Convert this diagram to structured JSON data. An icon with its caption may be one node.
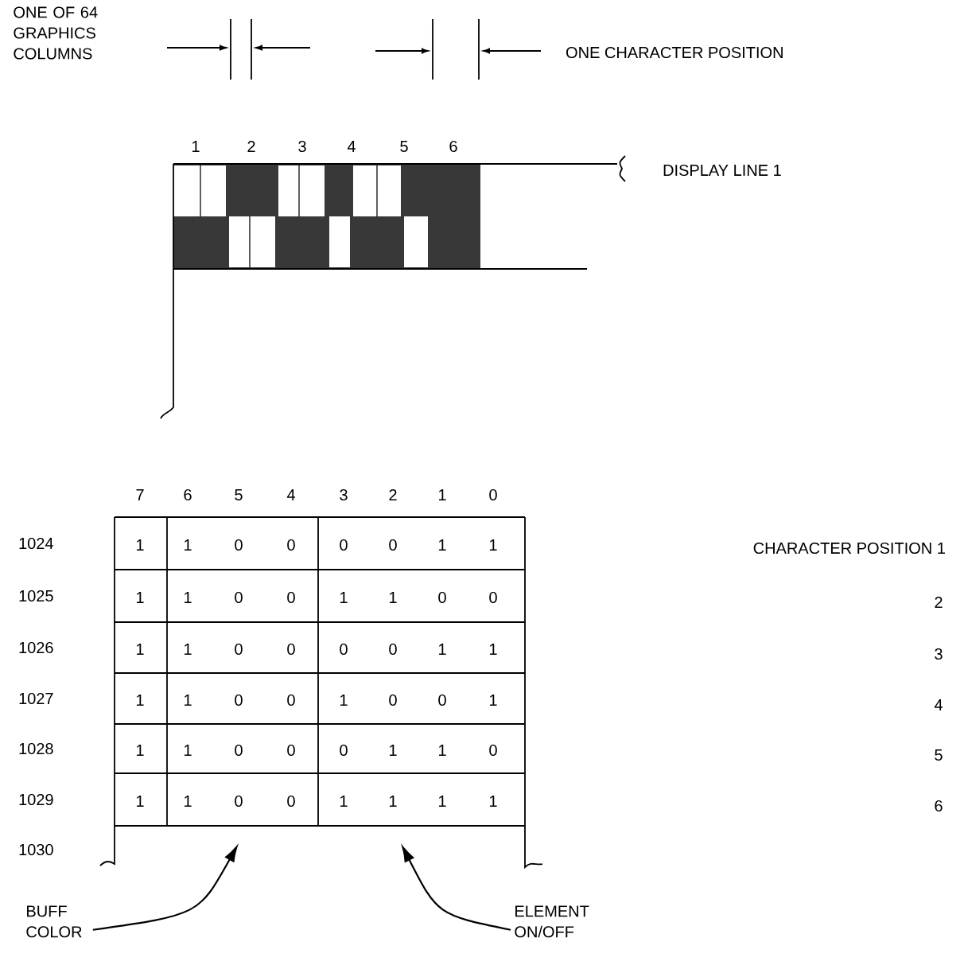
{
  "diagram": {
    "nodes": [
      {
        "text": [
          "BUFF COLOR"
        ]
      },
      {
        "text": [
          "ELEMENT ON/OFF"
        ]
      }
    ],
    "edges": [
      {
        "from": 0,
        "to": null,
        "arrow": "to"
      },
      {
        "from": 1,
        "to": null,
        "arrow": "to"
      }
    ],
    "labels": [
      "ONE OF 64 GRAPHICS COLUMNS",
      "ONE CHARACTER POSITION",
      "1",
      "2",
      "3",
      "4",
      "5",
      "6",
      "DISPLAY LINE 1",
      "7",
      "6",
      "5",
      "4",
      "3",
      "2",
      "1",
      "0",
      "1024",
      "1",
      "1",
      "0",
      "0",
      "0",
      "0",
      "1",
      "1",
      "CHARACTER POSITION 1",
      "1025",
      "1",
      "1",
      "0",
      "0",
      "1",
      "1",
      "0",
      "0",
      "2",
      "1026",
      "1",
      "1",
      "0",
      "0",
      "0",
      "0",
      "1",
      "1",
      "3",
      "1027",
      "1",
      "1",
      "0",
      "0",
      "1",
      "0",
      "0",
      "1",
      "4",
      "1028",
      "1",
      "1",
      "0",
      "0",
      "0",
      "1",
      "1",
      "0",
      "5",
      "1029",
      "1",
      "1",
      "0",
      "0",
      "1",
      "1",
      "1",
      "1",
      "6",
      "1030"
    ]
  }
}
